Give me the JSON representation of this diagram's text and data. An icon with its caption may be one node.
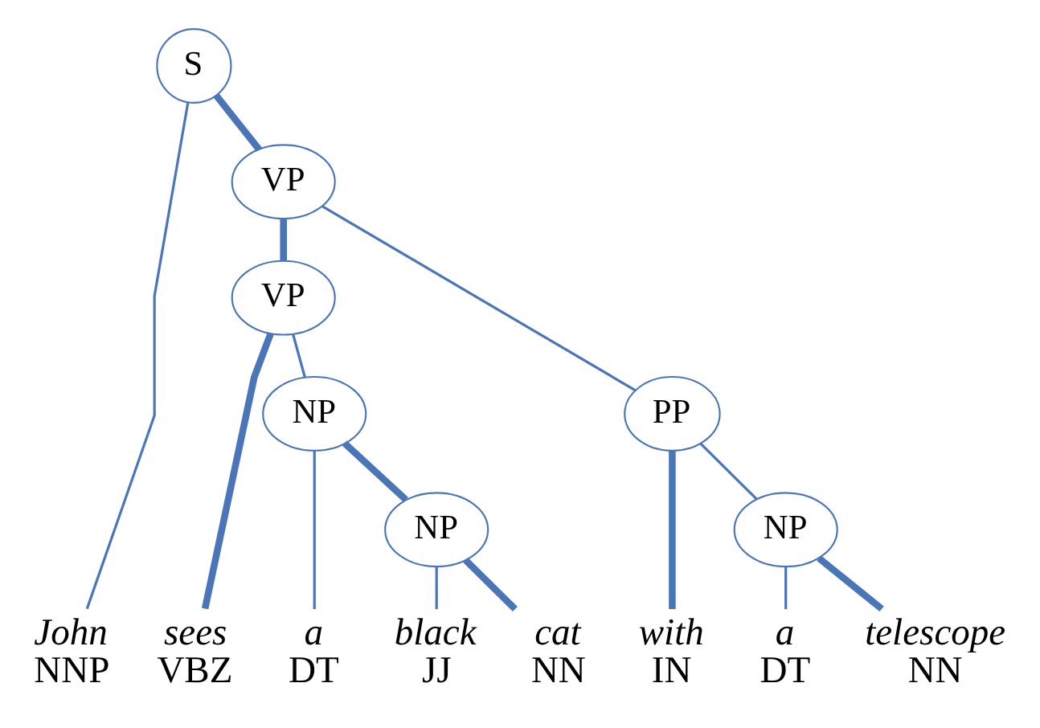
{
  "diagram": {
    "nodes": [
      {
        "text": [
          "S"
        ]
      },
      {
        "text": [
          "VP"
        ]
      },
      {
        "text": [
          "VP"
        ]
      },
      {
        "text": [
          "NP"
        ]
      },
      {
        "text": [
          "PP"
        ]
      },
      {
        "text": [
          "NP"
        ]
      },
      {
        "text": [
          "NP"
        ]
      },
      {
        "text": [
          "John",
          "NNP"
        ]
      },
      {
        "text": [
          "sees",
          "VBZ"
        ]
      },
      {
        "text": [
          "a",
          "DT"
        ]
      },
      {
        "text": [
          "black",
          "JJ"
        ]
      },
      {
        "text": [
          "cat",
          "NN"
        ]
      },
      {
        "text": [
          "with",
          "IN"
        ]
      },
      {
        "text": [
          "a",
          "DT"
        ]
      },
      {
        "text": [
          "telescope",
          "NN"
        ]
      }
    ],
    "edges": [
      {
        "from": 0,
        "to": 7,
        "arrow": "none"
      },
      {
        "from": 0,
        "to": 1,
        "arrow": "none",
        "style": "thick"
      },
      {
        "from": 1,
        "to": 2,
        "arrow": "none",
        "style": "thick"
      },
      {
        "from": 1,
        "to": 4,
        "arrow": "none"
      },
      {
        "from": 2,
        "to": 8,
        "arrow": "none",
        "style": "thick"
      },
      {
        "from": 2,
        "to": 3,
        "arrow": "none"
      },
      {
        "from": 3,
        "to": 9,
        "arrow": "none"
      },
      {
        "from": 3,
        "to": 5,
        "arrow": "none",
        "style": "thick"
      },
      {
        "from": 5,
        "to": 10,
        "arrow": "none"
      },
      {
        "from": 5,
        "to": 11,
        "arrow": "none",
        "style": "thick"
      },
      {
        "from": 4,
        "to": 12,
        "arrow": "none",
        "style": "thick"
      },
      {
        "from": 4,
        "to": 6,
        "arrow": "none"
      },
      {
        "from": 6,
        "to": 13,
        "arrow": "none"
      },
      {
        "from": 6,
        "to": 14,
        "arrow": "none",
        "style": "thick"
      }
    ]
  }
}
